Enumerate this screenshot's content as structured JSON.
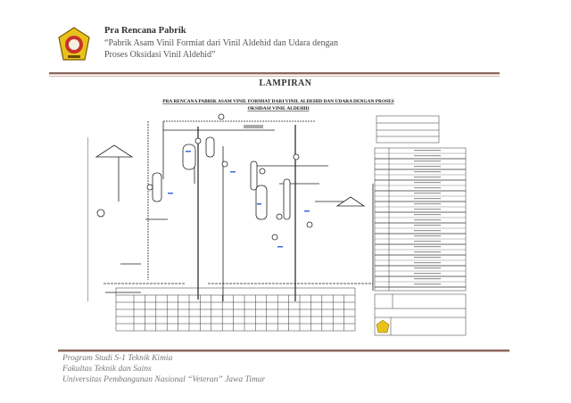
{
  "header": {
    "title": "Pra Rencana Pabrik",
    "subtitle_line1": "“Pabrik Asam Vinil Formiat dari Vinil Aldehid dan Udara dengan",
    "subtitle_line2": "Proses Oksidasi Vinil Aldehid”",
    "logo_icon": "university-emblem-icon"
  },
  "section_title": "LAMPIRAN",
  "diagram": {
    "title_line1": "PRA RENCANA PABRIK ASAM VINIL FORMIAT DARI VINIL ALDEHID DAN UDARA DENGAN PROSES",
    "title_line2": "OKSIDASI VINIL ALDEHID",
    "colors": {
      "line": "#222222",
      "accent": "#3a6ad1",
      "orange": "#d08a2a"
    }
  },
  "footer": {
    "line1": "Program Studi S-1 Teknik Kimia",
    "line2": "Fakultas Teknik dan Sains",
    "line3": "Universitas Pembangunan Nasional “Veteran” Jawa Timur"
  }
}
